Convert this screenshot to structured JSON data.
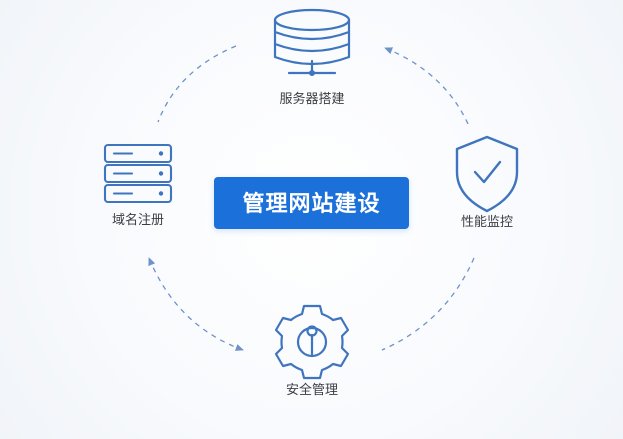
{
  "diagram": {
    "center_label": "管理网站建设",
    "nodes": {
      "top": {
        "label": "服务器搭建",
        "icon": "server-icon"
      },
      "right": {
        "label": "性能监控",
        "icon": "shield-check-icon"
      },
      "bottom": {
        "label": "安全管理",
        "icon": "security-gear-icon"
      },
      "left": {
        "label": "域名注册",
        "icon": "server-rack-icon"
      }
    },
    "colors": {
      "accent": "#1e6fd9",
      "icon_stroke": "#3f75bf",
      "connector": "#6f93c8",
      "text": "#3a3d42"
    }
  }
}
